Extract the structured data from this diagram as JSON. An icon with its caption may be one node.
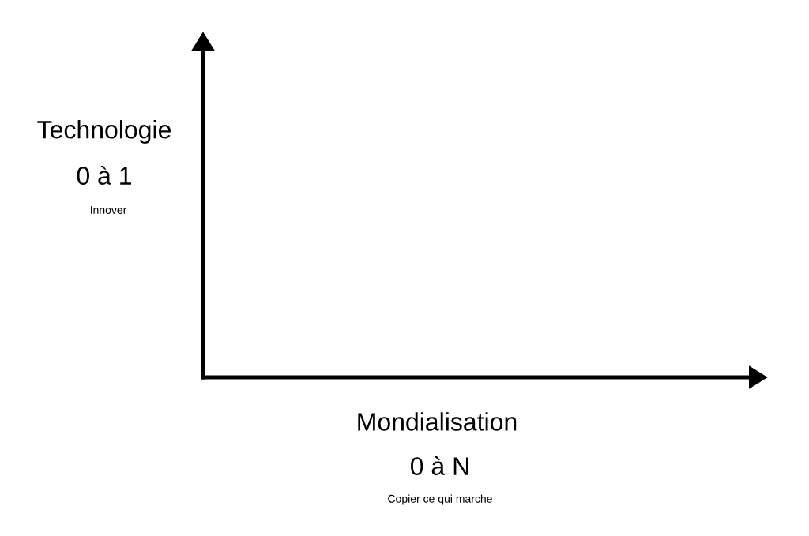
{
  "diagram": {
    "labels": [
      "Technologie",
      "0 à 1",
      "Innover",
      "Mondialisation",
      "0 à N",
      "Copier ce qui marche"
    ]
  }
}
